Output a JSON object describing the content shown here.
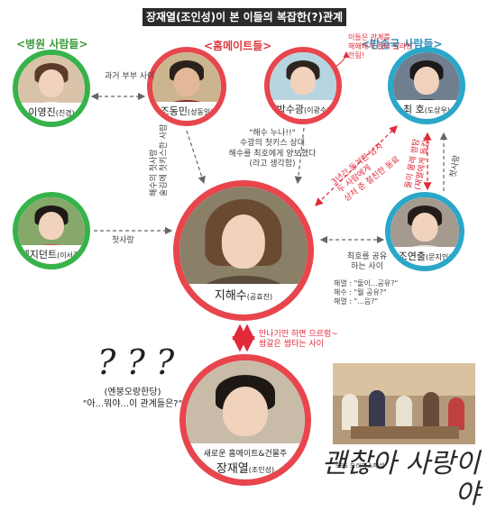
{
  "title": "장재열(조인성)이 본 이들의 복잡한(?)관계",
  "groups": {
    "hospital": "<병원 사람들>",
    "homemates": "<홈메이트들>",
    "broadcast": "<방송국 사람들>"
  },
  "nodes": {
    "lee": {
      "name": "이영진",
      "role": "(진경)"
    },
    "jo": {
      "name": "조동민",
      "role": "(성동일)"
    },
    "park": {
      "name": "박수광",
      "role": "(이광수)"
    },
    "choi": {
      "name": "최 호",
      "role": "(도상우)"
    },
    "jiseo": {
      "name": "레지던트",
      "role": "(이서준)"
    },
    "haesu": {
      "name": "지해수",
      "role": "(공효진)"
    },
    "yeon": {
      "name": "조연출",
      "role": "(문지인)"
    },
    "jang": {
      "name": "장재열",
      "role": "(조인성)",
      "subtitle": "새로운 홈메이트&건물주"
    }
  },
  "notes": {
    "lee_jo": "과거 부부 사이",
    "park_top": "이들은 관계를\n해해에게 절대 알리면 안됨!",
    "park_note": "\"해수 누나!!\"\n수광의 첫키스 상대\n해수를 최호에게 양보했다\n(라고 생각함)",
    "jo_haesu": "해수의 첫사랑\n술김에 첫키스한 사람",
    "jiseo_haesu": "첫사랑",
    "choi_haesu": "3년간 동거한 남자\n두 사람에게\n상처 준 절친한 동료",
    "choi_yeon": "둘이 몰래 썸탐\n(재열에게 들킴)",
    "yeon_choi2": "첫사랑",
    "yeon_haesu": "최호를 공유\n하는 사이",
    "yeon_dialog": "해열 : \"둘이...공유?\"\n해수 : \"뭘 공유?\"\n해열 : \"...음?\"",
    "haesu_jang": "만나기만 하면 으르렁~\n쌈갈은 썸타는 사이",
    "jang_reaction": "(멘붕오랑한당)\n\"아...뭐야...이 관계들은?\"",
    "question_marks": "? ? ?"
  },
  "logo": {
    "channel": "SBS 드라마스페셜",
    "title": "괜찮아 사랑이야"
  }
}
